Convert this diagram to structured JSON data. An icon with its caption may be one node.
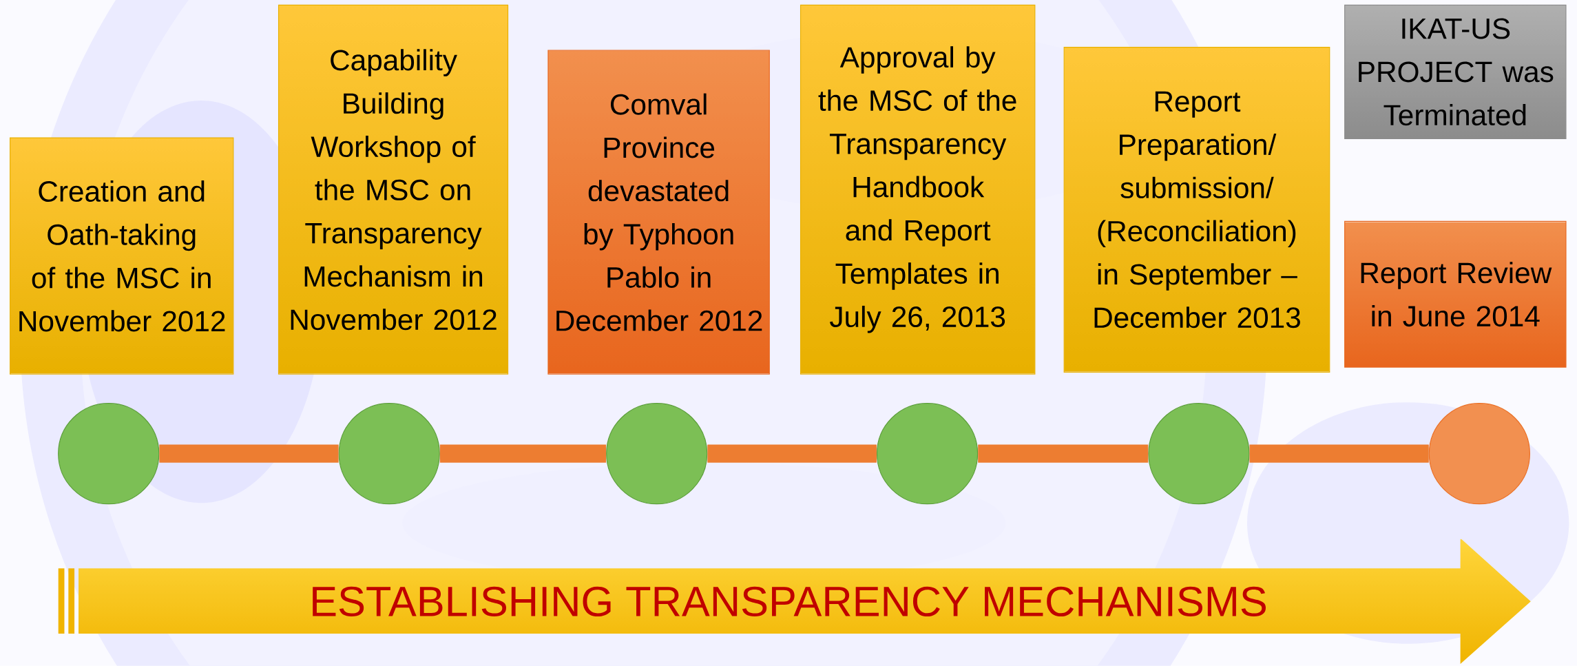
{
  "diagram": {
    "nodes": [
      {
        "text": [
          "Creation and Oath-taking of the MSC in November 2012"
        ]
      },
      {
        "text": [
          "Capability Building Workshop of the MSC on Transparency Mechanism in November 2012"
        ]
      },
      {
        "text": [
          "Comval Province devastated by Typhoon Pablo in December 2012"
        ]
      },
      {
        "text": [
          "Approval by the MSC of the Transparency Handbook and Report Templates in July 26, 2013"
        ]
      },
      {
        "text": [
          "Report Preparation/ submission/ (Reconciliation) in September – December 2013"
        ]
      },
      {
        "text": [
          "IKAT-US PROJECT was Terminated"
        ]
      },
      {
        "text": [
          "Report Review in June 2014"
        ]
      },
      {
        "text": [],
        "shape": "circle"
      },
      {
        "text": [],
        "shape": "circle"
      },
      {
        "text": [],
        "shape": "circle"
      },
      {
        "text": [],
        "shape": "circle"
      },
      {
        "text": [],
        "shape": "circle"
      },
      {
        "text": [],
        "shape": "circle"
      },
      {
        "text": [
          "ESTABLISHING TRANSPARENCY MECHANISMS"
        ]
      }
    ],
    "edges": [
      {
        "from": 7,
        "to": 8,
        "arrow": "none"
      },
      {
        "from": 8,
        "to": 9,
        "arrow": "none"
      },
      {
        "from": 9,
        "to": 10,
        "arrow": "none"
      },
      {
        "from": 10,
        "to": 11,
        "arrow": "none"
      },
      {
        "from": 11,
        "to": 12,
        "arrow": "none"
      }
    ]
  }
}
